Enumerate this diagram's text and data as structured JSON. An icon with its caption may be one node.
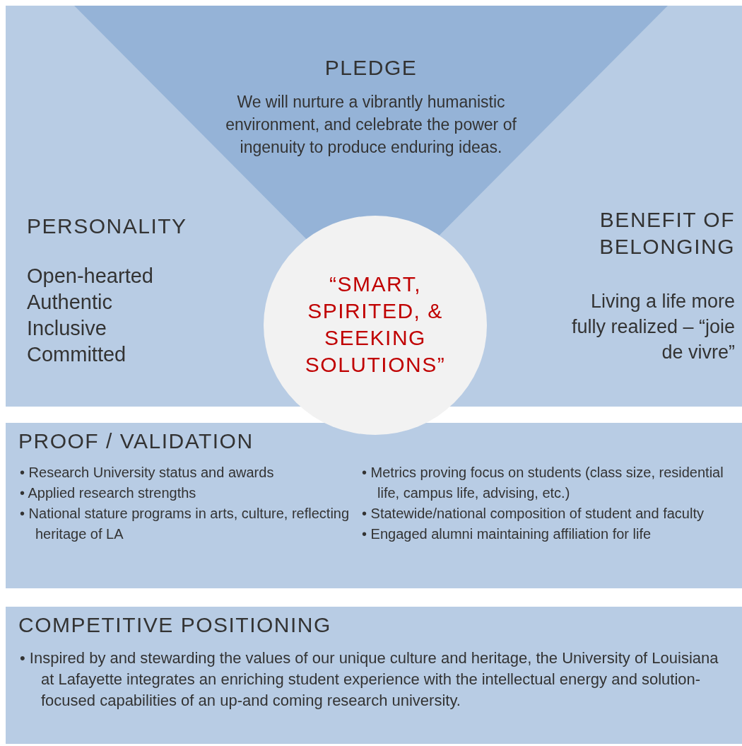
{
  "diagram": {
    "nodes": [
      {
        "text": [
          "PLEDGE",
          "We will nurture a vibrantly humanistic environment, and celebrate the power of ingenuity to produce enduring ideas."
        ]
      },
      {
        "text": [
          "PERSONALITY",
          "Open-hearted",
          "Authentic",
          "Inclusive",
          "Committed"
        ]
      },
      {
        "text": [
          "BENEFIT OF BELONGING",
          "Living a life more fully realized – “joie de vivre”"
        ]
      },
      {
        "text": [
          "“SMART, SPIRITED, & SEEKING SOLUTIONS”"
        ]
      },
      {
        "text": [
          "PROOF / VALIDATION",
          "• Research University status and awards",
          "• Applied research strengths",
          "• National stature programs in arts, culture, reflecting heritage of LA",
          "• Metrics proving focus on students (class size, residential life, campus life, advising, etc.)",
          "• Statewide/national composition of student and faculty",
          "• Engaged alumni maintaining affiliation for life"
        ]
      },
      {
        "text": [
          "COMPETITIVE POSITIONING",
          "• Inspired by and stewarding the values of our unique culture and heritage, the University of Louisiana at Lafayette integrates an enriching student experience with the intellectual energy and solution-focused capabilities of an up-and coming research university."
        ]
      }
    ],
    "edges": []
  }
}
